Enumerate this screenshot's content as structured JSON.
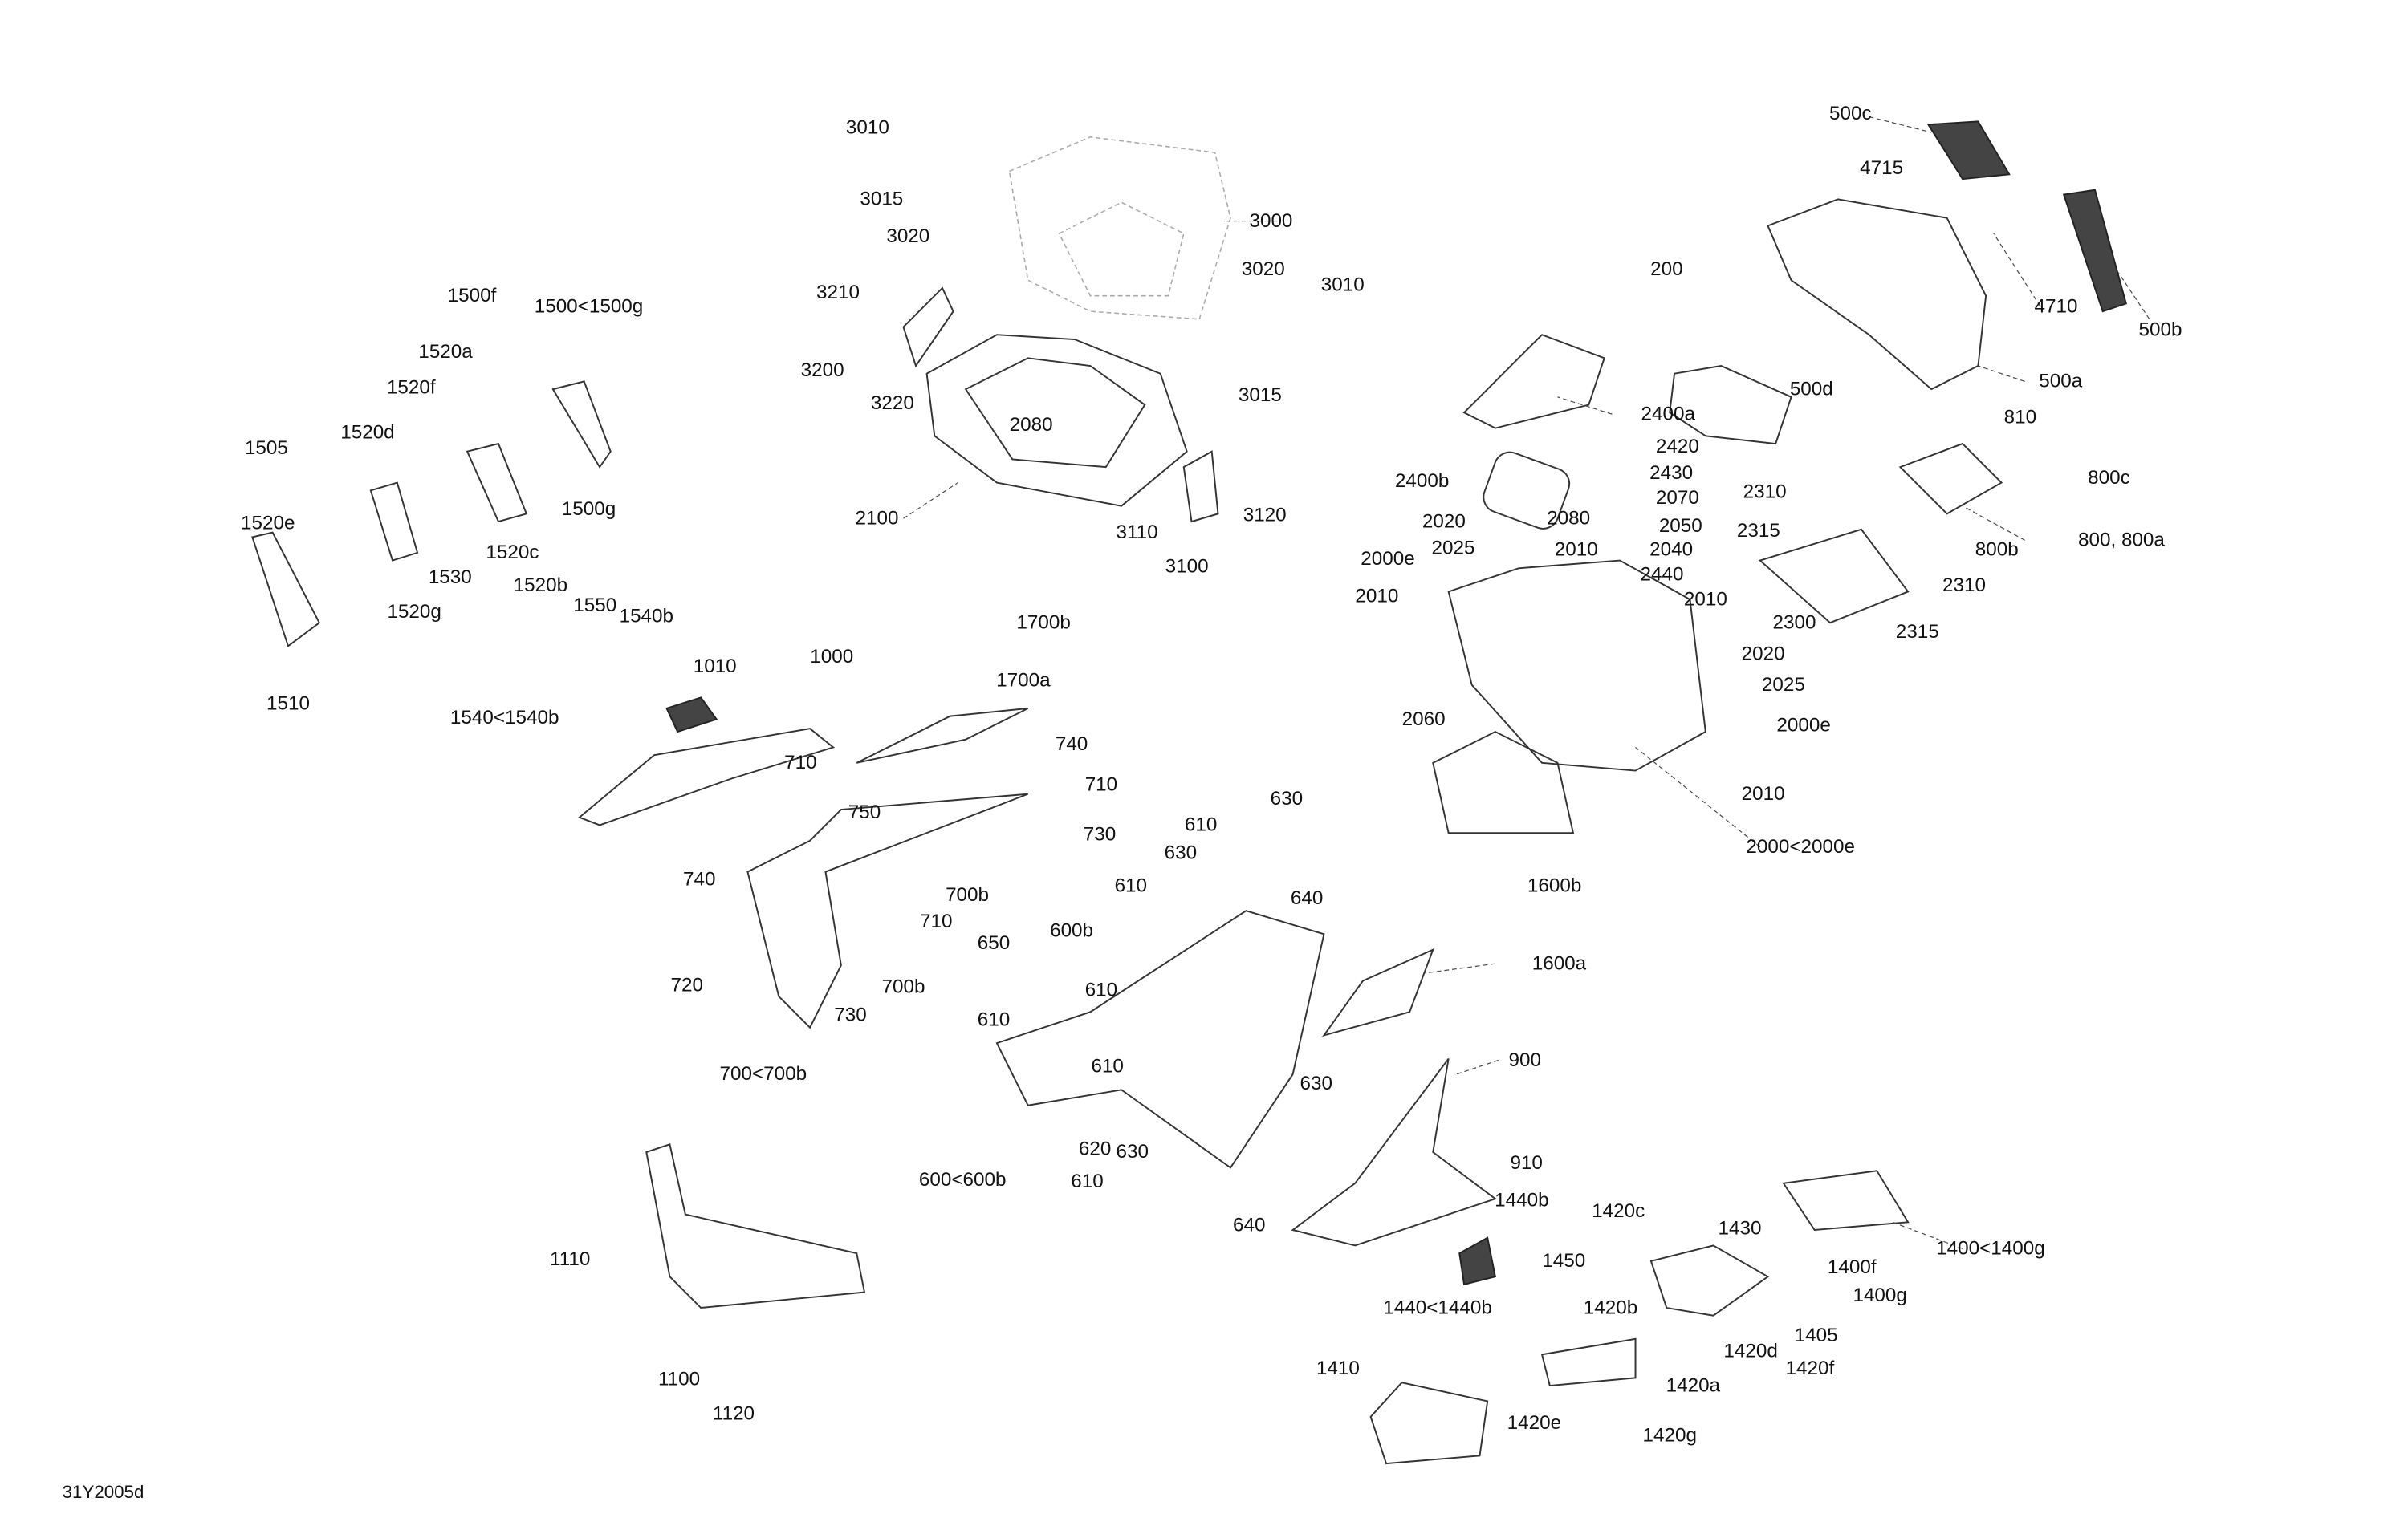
{
  "diagram": {
    "figure_id": "31Y2005d",
    "labels": [
      "3010",
      "3015",
      "3020",
      "3000",
      "3020",
      "3010",
      "3210",
      "3200",
      "3220",
      "2080",
      "3015",
      "2100",
      "3110",
      "3120",
      "3100",
      "500c",
      "4715",
      "4710",
      "500b",
      "200",
      "500d",
      "500a",
      "2400a",
      "810",
      "2420",
      "800c",
      "2400b",
      "2430",
      "2310",
      "2070",
      "2020",
      "2080",
      "2050",
      "2315",
      "800, 800a",
      "2025",
      "2010",
      "2040",
      "800b",
      "2000e",
      "2440",
      "2310",
      "2010",
      "2010",
      "2300",
      "2315",
      "2020",
      "2025",
      "2060",
      "2000e",
      "2010",
      "2000<2000e",
      "1500f",
      "1500<1500g",
      "1520a",
      "1520f",
      "1520d",
      "1505",
      "1500g",
      "1520e",
      "1520c",
      "1530",
      "1520b",
      "1520g",
      "1550",
      "1540b",
      "1510",
      "1010",
      "1540<1540b",
      "1000",
      "1700b",
      "1700a",
      "740",
      "710",
      "710",
      "750",
      "730",
      "740",
      "700b",
      "710",
      "700b",
      "720",
      "730",
      "700<700b",
      "610",
      "630",
      "630",
      "640",
      "610",
      "600b",
      "650",
      "610",
      "610",
      "610",
      "630",
      "620",
      "630",
      "600<600b",
      "610",
      "640",
      "1600b",
      "1600a",
      "900",
      "910",
      "1440b",
      "1420c",
      "1430",
      "1400<1400g",
      "1400f",
      "1450",
      "1400g",
      "1440<1440b",
      "1420b",
      "1405",
      "1420d",
      "1420f",
      "1110",
      "1100",
      "1120",
      "1410",
      "1420a",
      "1420e",
      "1420g"
    ]
  }
}
